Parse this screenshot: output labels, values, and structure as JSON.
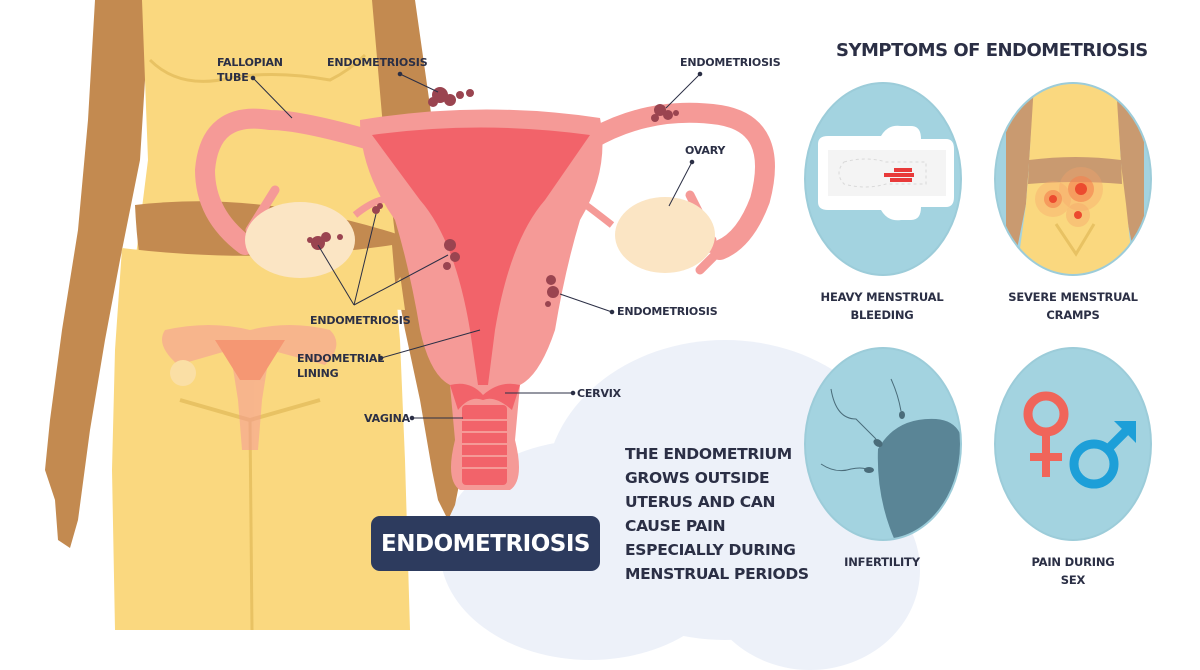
{
  "diagram": {
    "title": "ENDOMETRIOSIS",
    "description_lines": [
      "THE ENDOMETRIUM",
      "GROWS OUTSIDE",
      "UTERUS AND CAN",
      "CAUSE PAIN",
      "ESPECIALLY DURING",
      "MENSTRUAL PERIODS"
    ],
    "labels": {
      "fallopian_tube_1": "FALLOPIAN",
      "fallopian_tube_2": "TUBE",
      "endometriosis_top_left": "ENDOMETRIOSIS",
      "endometriosis_top_right": "ENDOMETRIOSIS",
      "ovary": "OVARY",
      "endometriosis_right": "ENDOMETRIOSIS",
      "endometriosis_left": "ENDOMETRIOSIS",
      "endometrial_lining_1": "ENDOMETRIAL",
      "endometrial_lining_2": "LINING",
      "cervix": "CERVIX",
      "vagina": "VAGINA"
    }
  },
  "symptoms": {
    "title": "SYMPTOMS OF ENDOMETRIOSIS",
    "items": [
      {
        "label_1": "HEAVY MENSTRUAL",
        "label_2": "BLEEDING",
        "icon": "sanitary-pad-icon"
      },
      {
        "label_1": "SEVERE MENSTRUAL",
        "label_2": "CRAMPS",
        "icon": "abdomen-cramps-icon"
      },
      {
        "label_1": "INFERTILITY",
        "label_2": "",
        "icon": "sperm-egg-icon"
      },
      {
        "label_1": "PAIN DURING",
        "label_2": "SEX",
        "icon": "gender-symbols-icon"
      }
    ]
  },
  "colors": {
    "skin": "#c38a50",
    "body": "#fad87f",
    "uterus": "#f59a97",
    "uterus_inner": "#f2636a",
    "lesion": "#9a4450",
    "ovary": "#fbe5c4",
    "navy": "#2d3b5e",
    "circle_blue": "#a3d3e0",
    "female_symbol": "#f0655a",
    "male_symbol": "#1d9fd8"
  }
}
